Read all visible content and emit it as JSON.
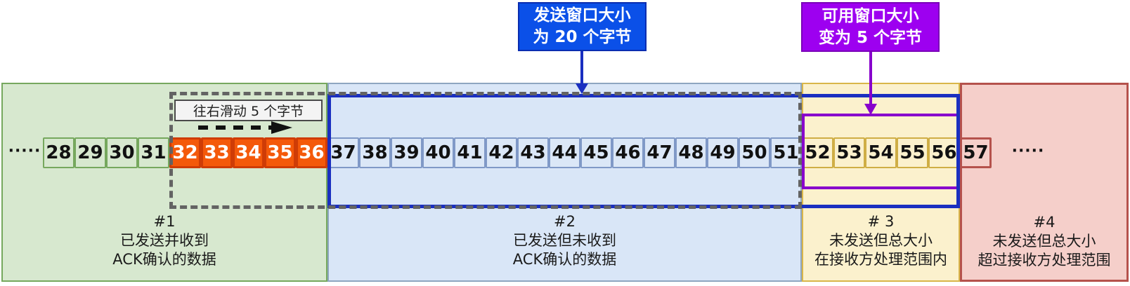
{
  "callouts": {
    "send_window": {
      "text_line1": "发送窗口大小",
      "text_line2": "为 20 个字节",
      "bg": "#0b50e8",
      "border": "#0a2db0",
      "arrow_color": "#1a2fc0"
    },
    "available_window": {
      "text_line1": "可用窗口大小",
      "text_line2": "变为 5 个字节",
      "bg": "#9d00f0",
      "border": "#7a00b8",
      "arrow_color": "#8800cc"
    }
  },
  "slide_note": {
    "text": "往右滑动 5 个字节",
    "arrow_color": "#111111"
  },
  "ellipsis": {
    "left": "·····",
    "right": "·····"
  },
  "regions": [
    {
      "key": "acked",
      "tag": "#1",
      "line1": "已发送并收到",
      "line2": "ACK确认的数据",
      "fill": "#d7e8cf",
      "border": "#76a85e"
    },
    {
      "key": "sent_unacked",
      "tag": "#2",
      "line1": "已发送但未收到",
      "line2": "ACK确认的数据",
      "fill": "#d9e6f7",
      "border": "#8ea6c0"
    },
    {
      "key": "unsent_within",
      "tag": "# 3",
      "line1": "未发送但总大小",
      "line2": "在接收方处理范围内",
      "fill": "#fbf1cd",
      "border": "#d9b64a"
    },
    {
      "key": "unsent_beyond",
      "tag": "#4",
      "line1": "未发送但总大小",
      "line2": "超过接收方处理范围",
      "fill": "#f5cfca",
      "border": "#b5524c"
    }
  ],
  "windows": {
    "old_window_dashed": {
      "color": "#636363",
      "style": "dashed"
    },
    "send_window_box": {
      "color": "#1a2fc0",
      "style": "solid"
    },
    "available_window_box": {
      "color": "#8800cc",
      "style": "solid"
    }
  },
  "cell_colors": {
    "acked": {
      "fill": "#d7e8cf",
      "border": "#76a85e",
      "text": "#111111"
    },
    "slid": {
      "fill": "#f4590a",
      "border": "#cf3c06",
      "text": "#ffffff"
    },
    "sent": {
      "fill": "#dbe7f7",
      "border": "#8099c7",
      "text": "#111111"
    },
    "usable": {
      "fill": "#fbf1cd",
      "border": "#cfae45",
      "text": "#111111"
    },
    "beyond": {
      "fill": "#f5cfca",
      "border": "#b5524c",
      "text": "#111111"
    }
  },
  "cells": [
    {
      "value": "28",
      "group": "acked"
    },
    {
      "value": "29",
      "group": "acked"
    },
    {
      "value": "30",
      "group": "acked"
    },
    {
      "value": "31",
      "group": "acked"
    },
    {
      "value": "32",
      "group": "slid"
    },
    {
      "value": "33",
      "group": "slid"
    },
    {
      "value": "34",
      "group": "slid"
    },
    {
      "value": "35",
      "group": "slid"
    },
    {
      "value": "36",
      "group": "slid"
    },
    {
      "value": "37",
      "group": "sent"
    },
    {
      "value": "38",
      "group": "sent"
    },
    {
      "value": "39",
      "group": "sent"
    },
    {
      "value": "40",
      "group": "sent"
    },
    {
      "value": "41",
      "group": "sent"
    },
    {
      "value": "42",
      "group": "sent"
    },
    {
      "value": "43",
      "group": "sent"
    },
    {
      "value": "44",
      "group": "sent"
    },
    {
      "value": "45",
      "group": "sent"
    },
    {
      "value": "46",
      "group": "sent"
    },
    {
      "value": "47",
      "group": "sent"
    },
    {
      "value": "48",
      "group": "sent"
    },
    {
      "value": "49",
      "group": "sent"
    },
    {
      "value": "50",
      "group": "sent"
    },
    {
      "value": "51",
      "group": "sent"
    },
    {
      "value": "52",
      "group": "usable"
    },
    {
      "value": "53",
      "group": "usable"
    },
    {
      "value": "54",
      "group": "usable"
    },
    {
      "value": "55",
      "group": "usable"
    },
    {
      "value": "56",
      "group": "usable"
    },
    {
      "value": "57",
      "group": "beyond"
    }
  ]
}
